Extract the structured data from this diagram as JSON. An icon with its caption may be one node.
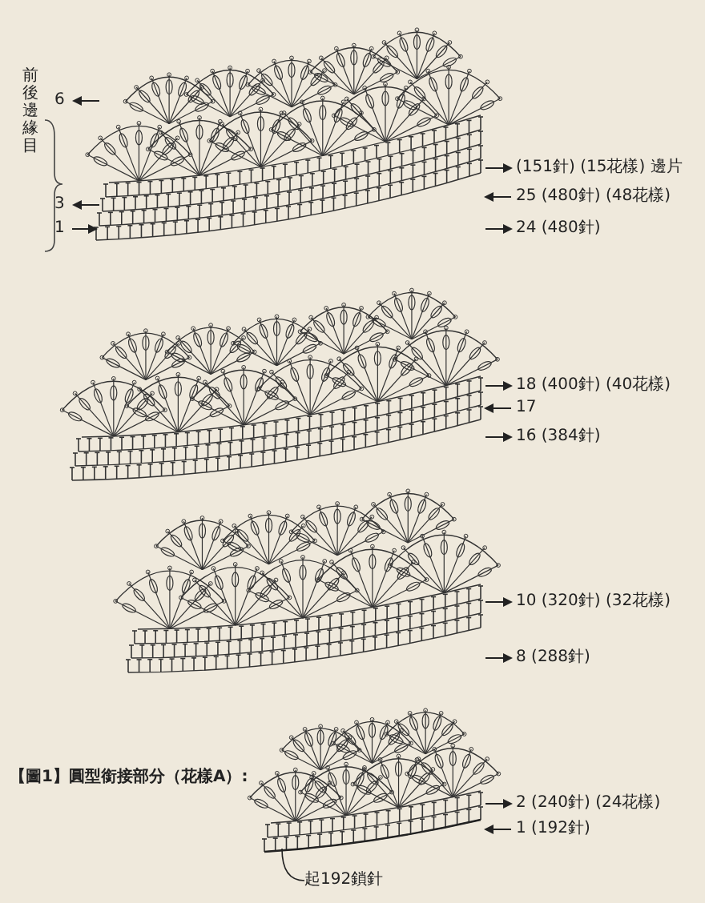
{
  "diagram": {
    "title": "【圖1】圓型銜接部分（花樣A）:",
    "nodes": [
      {
        "text": [
          "起192鎖針"
        ]
      },
      {
        "text": [],
        "shape": "bar"
      }
    ],
    "edges": [
      {
        "from": 0,
        "to": 1,
        "arrow": "none"
      }
    ],
    "labels": [
      "6",
      "3",
      "1",
      "前後邊緣目",
      "(151針) (15花樣) 邊片",
      "25 (480針) (48花樣)",
      "24 (480針)",
      "18 (400針) (40花樣)",
      "17",
      "16 (384針)",
      "10 (320針) (32花樣)",
      "8 (288針)",
      "2 (240針) (24花樣)",
      "1 (192針)"
    ]
  }
}
